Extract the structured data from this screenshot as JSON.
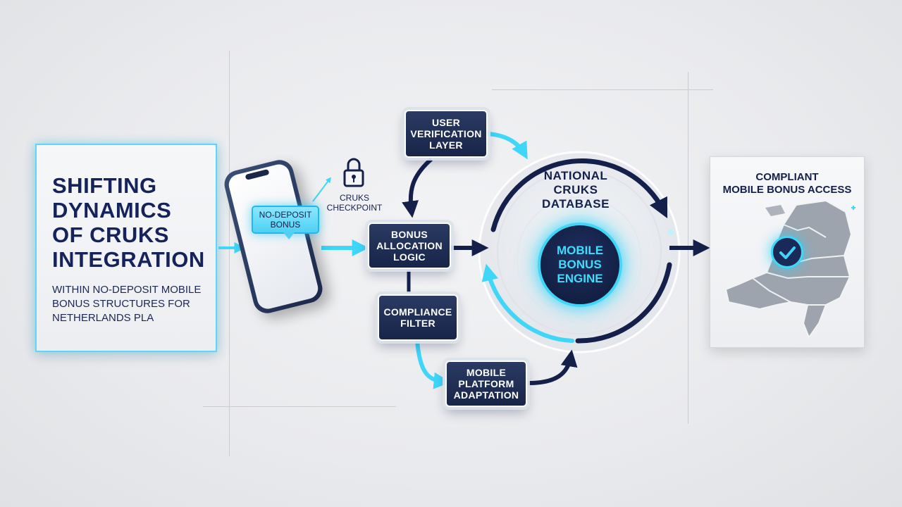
{
  "title": {
    "main": "SHIFTING\nDYNAMICS\nOF CRUKS\nINTEGRATION",
    "sub": "WITHIN NO-DEPOSIT MOBILE\nBONUS STRUCTURES FOR\nNETHERLANDS PLA"
  },
  "phone": {
    "bubble": "NO-DEPOSIT\nBONUS"
  },
  "checkpoint": {
    "label": "CRUKS\nCHECKPOINT",
    "icon": "lock-icon"
  },
  "nodes": {
    "user_verification": "USER\nVERIFICATION\nLAYER",
    "bonus_allocation": "BONUS\nALLOCATION\nLOGIC",
    "compliance_filter": "COMPLIANCE\nFILTER",
    "mobile_platform": "MOBILE\nPLATFORM\nADAPTATION"
  },
  "database": {
    "label": "NATIONAL\nCRUKS\nDATABASE",
    "engine": "MOBILE\nBONUS\nENGINE"
  },
  "result": {
    "title": "COMPLIANT\nMOBILE BONUS ACCESS",
    "icon": "checkmark-icon"
  },
  "colors": {
    "navy": "#14204a",
    "accent": "#3fd6f8",
    "card_bg": "#eceef1"
  }
}
